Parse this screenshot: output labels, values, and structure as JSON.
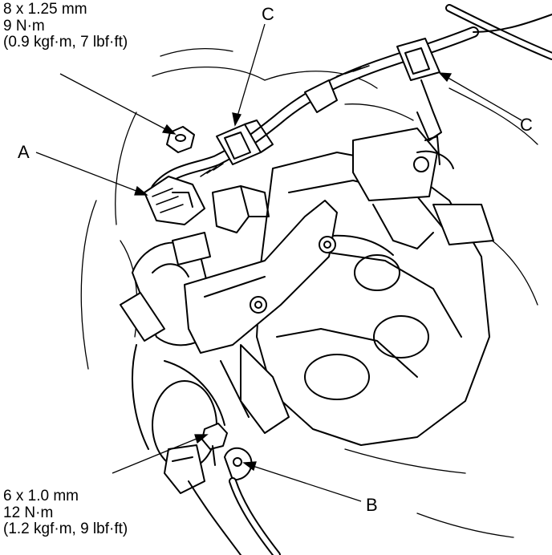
{
  "specs": {
    "top": {
      "line1": "8 x 1.25 mm",
      "line2": "9 N·m",
      "line3": "(0.9 kgf·m, 7 lbf·ft)"
    },
    "bottom": {
      "line1": "6 x 1.0 mm",
      "line2": "12 N·m",
      "line3": "(1.2 kgf·m, 9 lbf·ft)"
    }
  },
  "callouts": {
    "a": "A",
    "b": "B",
    "c_top": "C",
    "c_right": "C"
  }
}
